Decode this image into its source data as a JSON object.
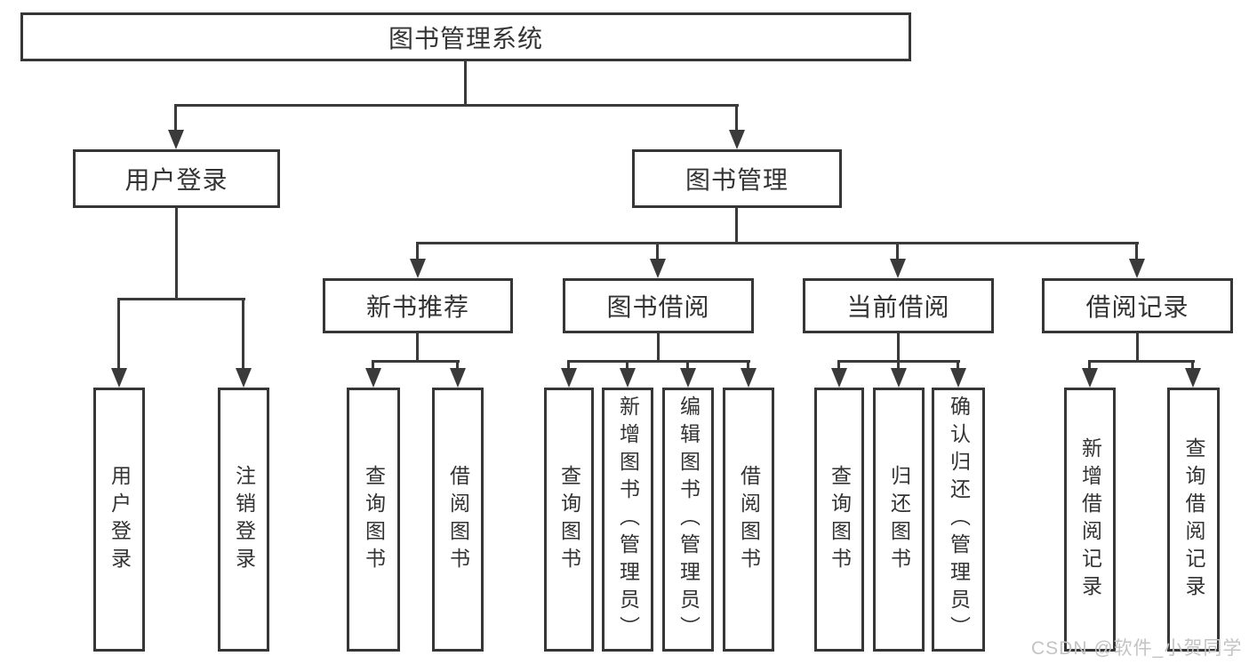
{
  "nodes": {
    "root": "图书管理系统",
    "user_login": "用户登录",
    "book_mgmt": "图书管理",
    "user_login_leaf": "用户登录",
    "logout_leaf": "注销登录",
    "new_book_rec": "新书推荐",
    "book_borrow": "图书借阅",
    "current_borrow": "当前借阅",
    "borrow_records": "借阅记录",
    "nbr_query_books": "查询图书",
    "nbr_borrow_books": "借阅图书",
    "bb_query_books": "查询图书",
    "bb_add_books": "新增图书（管理员）",
    "bb_edit_books": "编辑图书（管理员）",
    "bb_borrow_books": "借阅图书",
    "cb_query_books": "查询图书",
    "cb_return_books": "归还图书",
    "cb_confirm_return": "确认归还（管理员）",
    "br_add_record": "新增借阅记录",
    "br_query_record": "查询借阅记录"
  },
  "watermark": "CSDN @软件_小贺同学",
  "colors": {
    "line": "#3a3a3a",
    "box_border": "#363636",
    "text": "#333333",
    "watermark": "#c3c3c3"
  }
}
